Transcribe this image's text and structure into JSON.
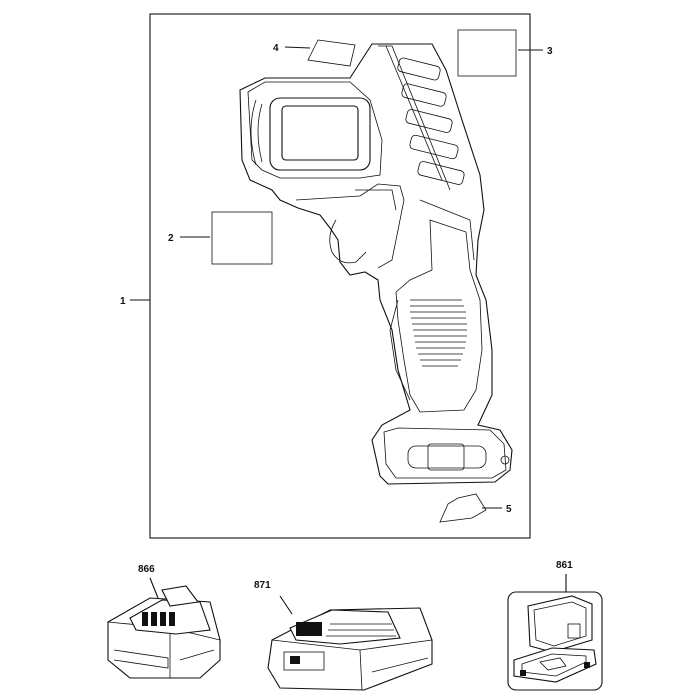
{
  "callouts": {
    "assembly": "1",
    "label_left": "2",
    "label_top_right": "3",
    "label_top_left": "4",
    "label_bottom": "5",
    "battery": "866",
    "charger": "871",
    "case": "861"
  }
}
